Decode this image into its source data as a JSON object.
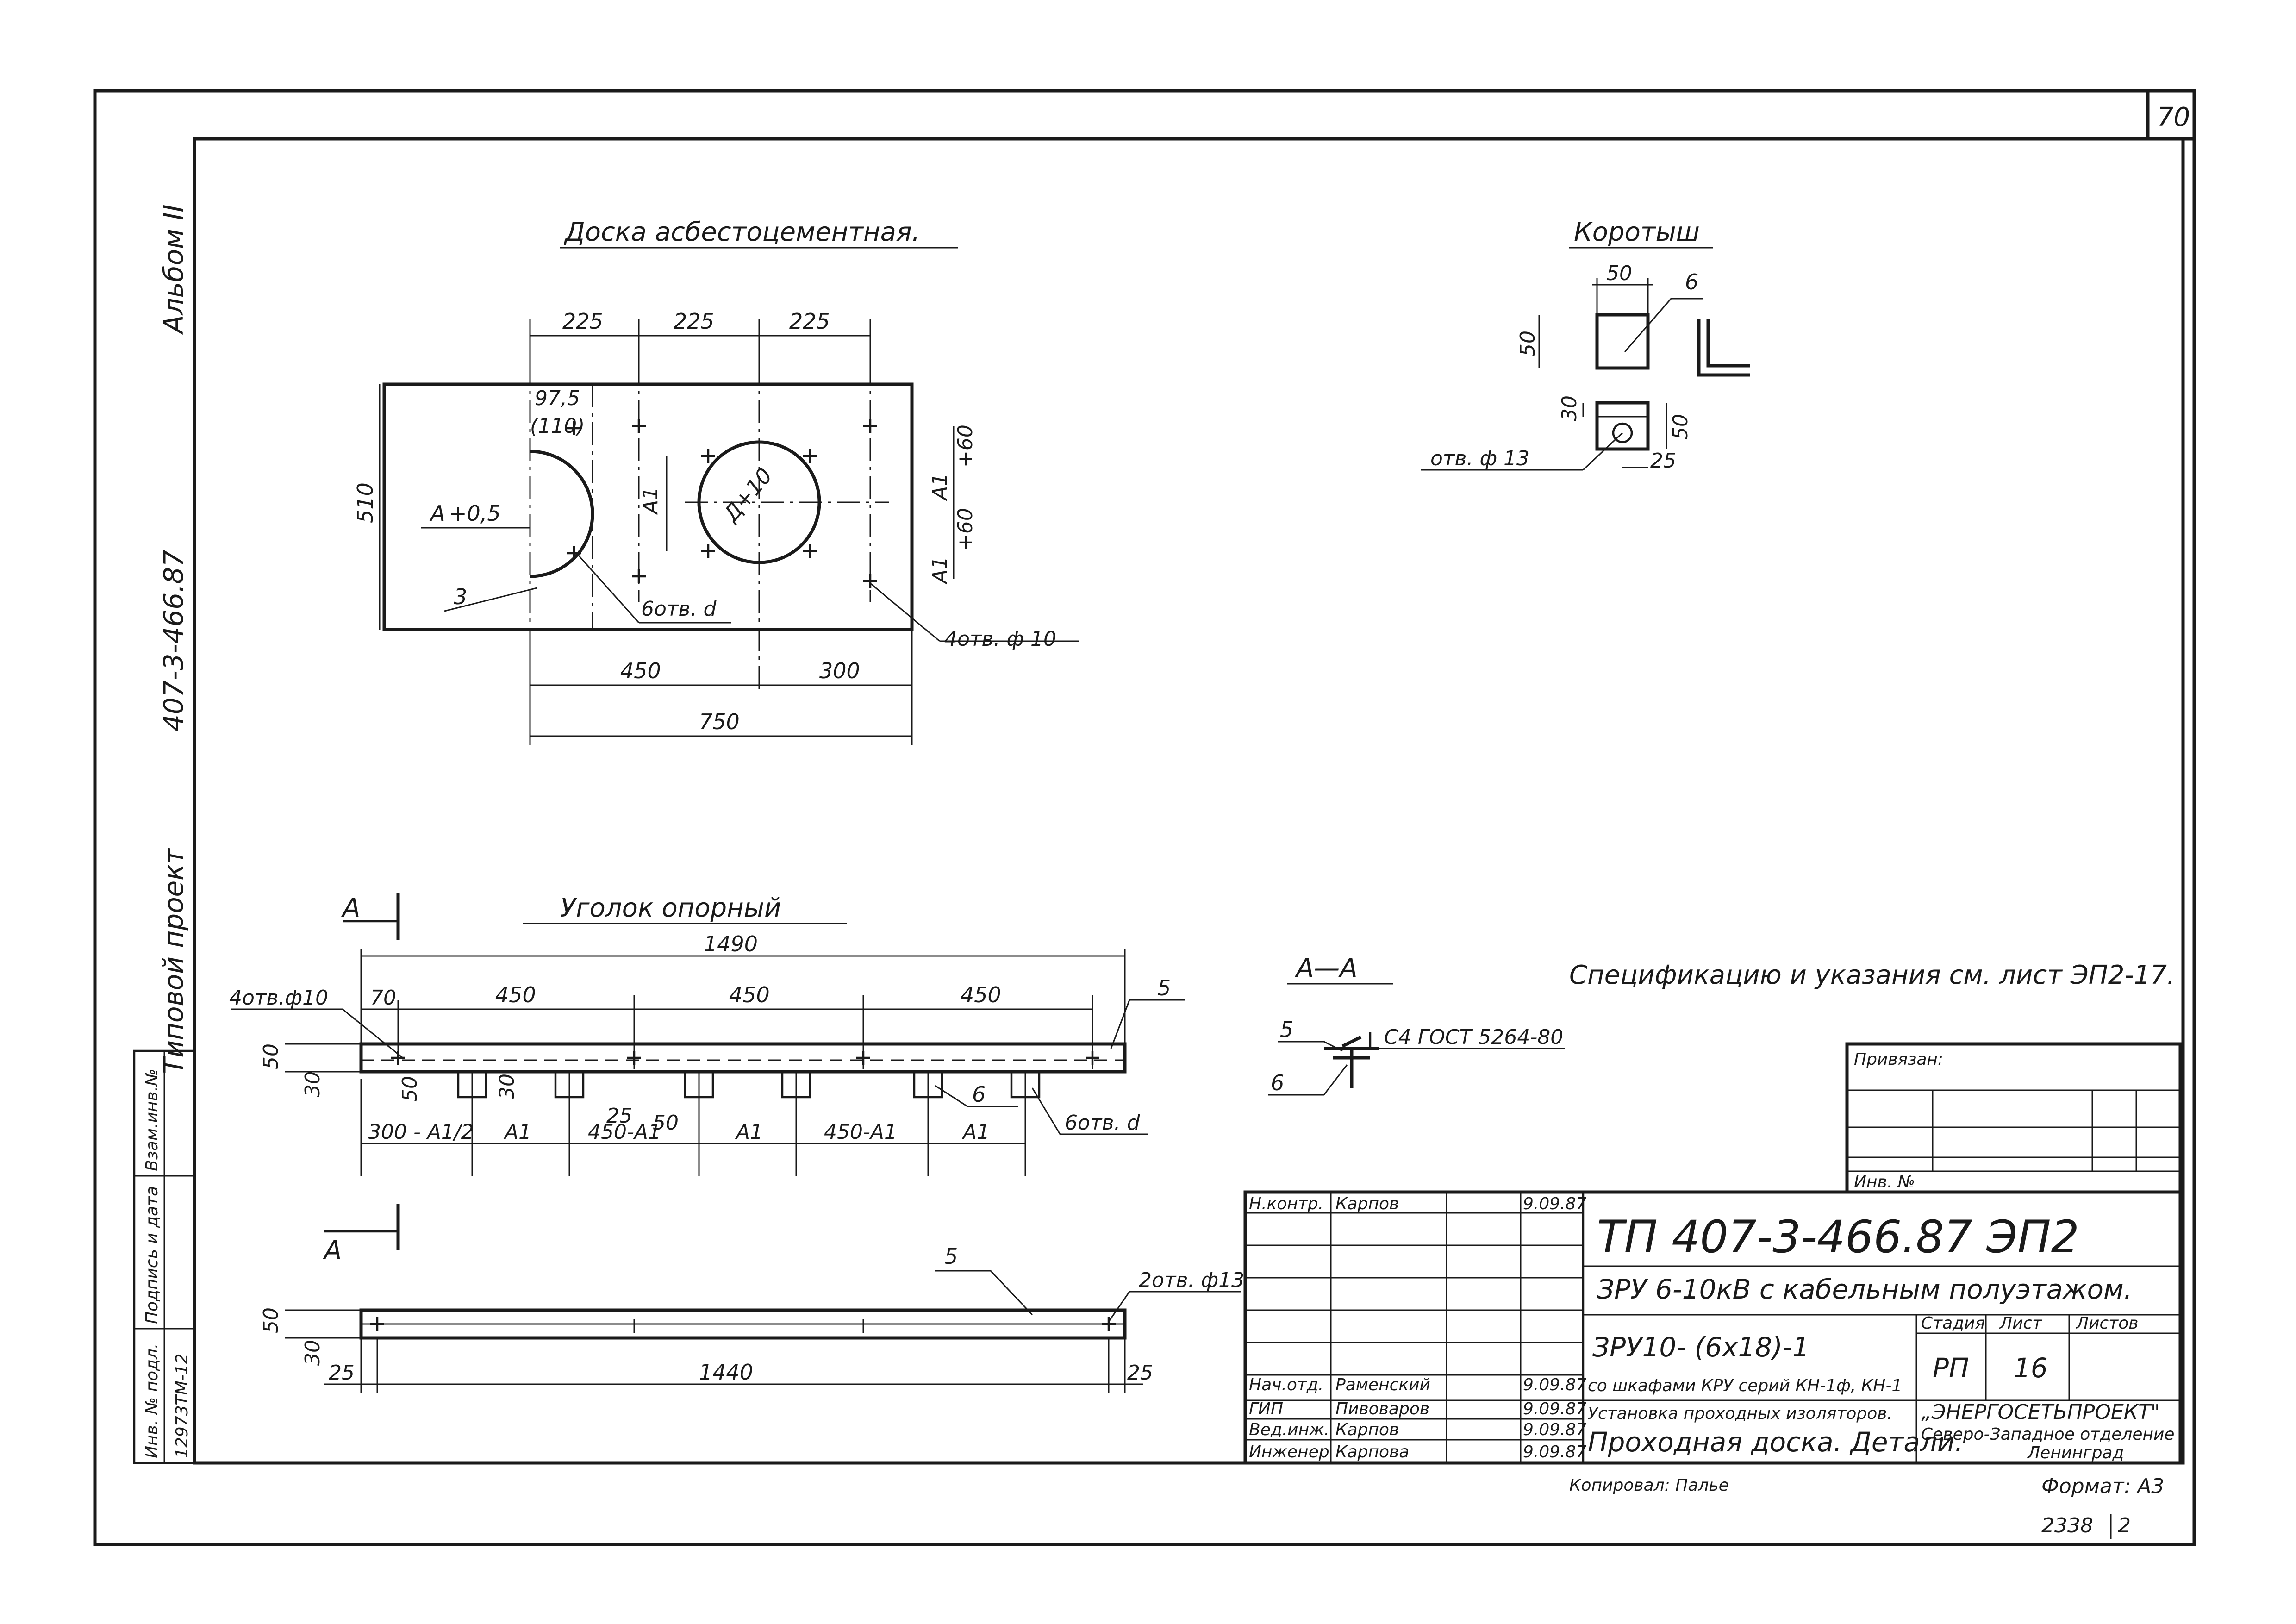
{
  "sheet": {
    "page_number": "70",
    "format": "Формат: А3",
    "copied": "Копировал: Палье",
    "archive_number": "2338",
    "archive_sheet": "2"
  },
  "side_strip": {
    "album": "Альбом II",
    "code": "407-3-466.87",
    "project_type": "Типовой проект",
    "inv_label": "Инв. № подл.",
    "inv_value": "12973ТМ-12",
    "sign_label": "Подпись и дата",
    "replace_label": "Взам.инв.№"
  },
  "board": {
    "title": "Доска асбестоцементная.",
    "dims": {
      "d225a": "225",
      "d225b": "225",
      "d225c": "225",
      "d510": "510",
      "d97": "97,5",
      "d110": "(110)",
      "d450": "450",
      "d300": "300",
      "d750": "750"
    },
    "labels": {
      "half_a": "A",
      "half_a_tail": "+0,5",
      "a1": "A1",
      "d10": "Д+10",
      "holes_d": "6отв. d",
      "holes_10": "4отв. ф 10",
      "pos3": "3",
      "a1_60_top": "A1",
      "a1_60_top_tail": "+60",
      "a1_60_bot": "A1",
      "a1_60_bot_tail": "+60"
    }
  },
  "korotysh": {
    "title": "Коротыш",
    "dims": {
      "d50top": "50",
      "d50left": "50",
      "d30": "30",
      "d50right": "50",
      "d25": "25"
    },
    "labels": {
      "pos6": "6",
      "hole13": "отв. ф 13"
    }
  },
  "angle": {
    "title": "Уголок опорный",
    "section_mark": "A",
    "dims": {
      "d1490": "1490",
      "d70": "70",
      "d450a": "450",
      "d450b": "450",
      "d450c": "450",
      "d50": "50",
      "d30": "30",
      "d50b": "50",
      "d30b": "30",
      "d25": "25",
      "d50c": "50"
    },
    "labels": {
      "holes10": "4отв.ф10",
      "pos5": "5",
      "pos6": "6",
      "holes_d": "6отв. d"
    },
    "chain": [
      "300 - A1/2",
      "A1",
      "450-A1",
      "A1",
      "450-A1",
      "A1"
    ]
  },
  "angle_bottom": {
    "section_mark": "A",
    "dims": {
      "d50": "50",
      "d30": "30",
      "d25l": "25",
      "d1440": "1440",
      "d25r": "25"
    },
    "labels": {
      "pos5": "5",
      "holes13": "2отв. ф13"
    }
  },
  "section_aa": {
    "title": "А—А",
    "weld": "С4 ГОСТ 5264-80",
    "pos5": "5",
    "pos6": "6"
  },
  "note": "Спецификацию и указания см. лист ЭП2-17.",
  "binding": {
    "bound_label": "Привязан:",
    "inv_label": "Инв. №"
  },
  "title_block": {
    "designation": "ТП   407-3-466.87 ЭП2",
    "object": "ЗРУ 6-10кВ с кабельным полуэтажом.",
    "subtitle1": "ЗРУ10- (6х18)-1",
    "subtitle2": "со шкафами КРУ серий КН-1ф, КН-1",
    "sheet_title1": "Установка проходных изоляторов.",
    "sheet_title2": "Проходная доска. Детали.",
    "stage_label": "Стадия",
    "sheet_label": "Лист",
    "sheets_label": "Листов",
    "stage": "РП",
    "sheet_no": "16",
    "sheets": "",
    "org1": "„ЭНЕРГОСЕТЬПРОЕКТ\"",
    "org2": "Северо-Западное отделение",
    "org3": "Ленинград",
    "signers": [
      {
        "role": "Н.контр.",
        "name": "Карпов",
        "date": "9.09.87"
      },
      {
        "role": "Нач.отд.",
        "name": "Раменский",
        "date": "9.09.87"
      },
      {
        "role": "ГИП",
        "name": "Пивоваров",
        "date": "9.09.87"
      },
      {
        "role": "Вед.инж.",
        "name": "Карпов",
        "date": "9.09.87"
      },
      {
        "role": "Инженер",
        "name": "Карпова",
        "date": "9.09.87"
      }
    ]
  }
}
